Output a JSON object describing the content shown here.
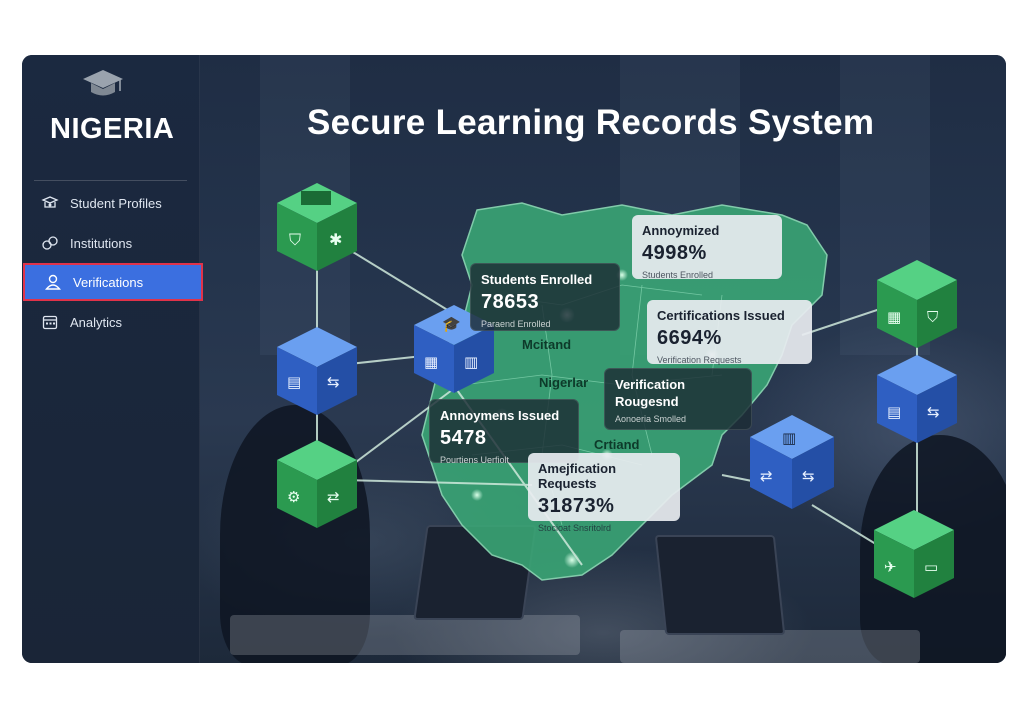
{
  "brand": {
    "name": "NIGERIA",
    "logo_icon": "graduation-cap-icon"
  },
  "title": "Secure Learning Records System",
  "sidebar": {
    "items": [
      {
        "label": "Student Profiles",
        "icon": "student-profile-icon",
        "active": false
      },
      {
        "label": "Institutions",
        "icon": "institution-link-icon",
        "active": false
      },
      {
        "label": "Verifications",
        "icon": "verification-user-icon",
        "active": true
      },
      {
        "label": "Analytics",
        "icon": "analytics-calendar-icon",
        "active": false
      }
    ]
  },
  "map_labels": {
    "a": "Mcitand",
    "b": "Nigerlar",
    "c": "Crtiand"
  },
  "cards": {
    "anonymized": {
      "label": "Annoymized",
      "value": "4998%",
      "sub": "Students Enrolled"
    },
    "students": {
      "label": "Students Enrolled",
      "value": "78653",
      "sub": "Paraend Enrolled"
    },
    "certifications": {
      "label": "Certifications Issued",
      "value": "6694%",
      "sub": "Verification Requests"
    },
    "verification": {
      "label": "Verification",
      "label2": "Rougesnd",
      "sub": "Aonoeria Smolled"
    },
    "anonymens": {
      "label": "Annoymens Issued",
      "value": "5478",
      "sub": "Pourtiens Uerfiolt"
    },
    "amplification": {
      "label": "Amejfication Requests",
      "value": "31873%",
      "sub": "Stocioat Snsritolrd"
    }
  },
  "colors": {
    "accent": "#3b6fe0",
    "active_border": "#e0334a",
    "map_green": "#3aa876",
    "node_green": "#2f9f57",
    "node_blue": "#2f63c8",
    "link": "#cfe9dc"
  }
}
